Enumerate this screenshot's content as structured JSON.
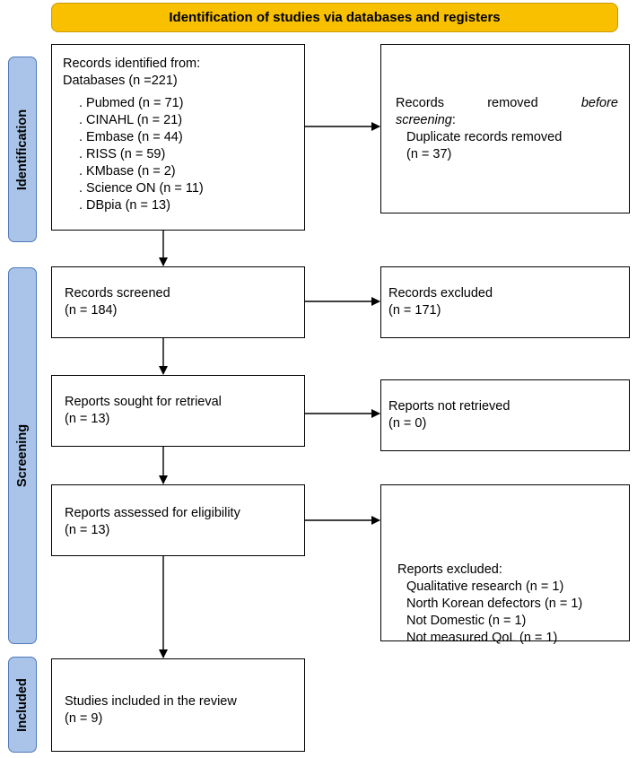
{
  "header": {
    "title": "Identification of studies via databases and registers"
  },
  "phases": {
    "identification": "Identification",
    "screening": "Screening",
    "included": "Included"
  },
  "identified": {
    "line1": "Records identified from:",
    "line2": "Databases (n =221)",
    "sources": [
      ". Pubmed (n = 71)",
      ". CINAHL (n = 21)",
      ". Embase (n =  44)",
      ". RISS (n = 59)",
      ". KMbase (n = 2)",
      ". Science ON (n = 11)",
      ". DBpia (n = 13)"
    ]
  },
  "removed": {
    "w1": "Records",
    "w2": "removed",
    "w3": "before",
    "w4": "screening",
    "w4_suffix": ":",
    "line2": "Duplicate records removed",
    "line3": "(n = 37)"
  },
  "screened": {
    "label": "Records screened",
    "count": "(n = 184)"
  },
  "excluded": {
    "label": "Records excluded",
    "count": "(n = 171)"
  },
  "sought": {
    "label": "Reports sought for retrieval",
    "count": "(n = 13)"
  },
  "not_retrieved": {
    "label": "Reports not retrieved",
    "count": "(n = 0)"
  },
  "assessed": {
    "label": "Reports assessed for eligibility",
    "count": "(n = 13)"
  },
  "reports_excluded": {
    "label": "Reports excluded:",
    "reasons": [
      "Qualitative research (n = 1)",
      "North Korean defectors (n = 1)",
      "Not Domestic (n = 1)",
      "Not measured QoL (n = 1)"
    ]
  },
  "included": {
    "label": "Studies included in the review",
    "count": "(n = 9)"
  }
}
